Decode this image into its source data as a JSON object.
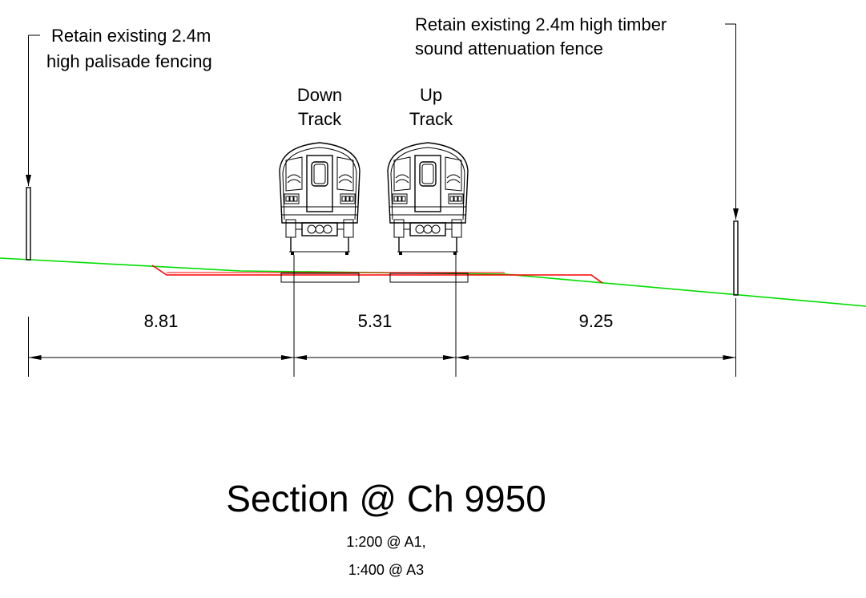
{
  "annotations": {
    "left_fence_line1": "Retain existing 2.4m",
    "left_fence_line2": "high palisade fencing",
    "right_fence_line1": "Retain existing 2.4m high timber",
    "right_fence_line2": "sound attenuation fence"
  },
  "tracks": {
    "down_line1": "Down",
    "down_line2": "Track",
    "up_line1": "Up",
    "up_line2": "Track"
  },
  "dimensions": {
    "left_to_down": "8.81",
    "down_to_up": "5.31",
    "up_to_right": "9.25"
  },
  "title": {
    "section": "Section @ Ch 9950",
    "scale_line1": "1:200 @ A1,",
    "scale_line2": "1:400 @ A3"
  },
  "colors": {
    "existing_ground": "#00dd00",
    "proposed_formation": "#ff0000",
    "linework": "#000000"
  }
}
